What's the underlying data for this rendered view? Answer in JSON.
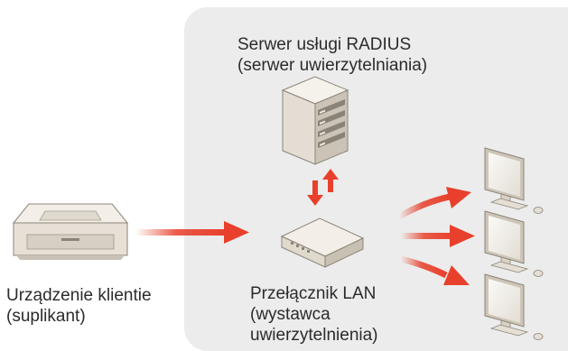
{
  "server_label": {
    "line1": "Serwer usługi RADIUS",
    "line2": "(serwer uwierzytelniania)"
  },
  "client_label": {
    "line1": "Urządzenie klientie",
    "line2": "(suplikant)"
  },
  "switch_label": {
    "line1": "Przełącznik LAN",
    "line2": "(wystawca",
    "line3": "uwierzytelnienia)"
  },
  "colors": {
    "panel": "#ececec",
    "arrow": "#e8402c",
    "device_body": "#eeeae3",
    "device_shade": "#cfc8bd"
  },
  "icons": [
    "server-icon",
    "printer-icon",
    "switch-icon",
    "monitor-icon"
  ]
}
